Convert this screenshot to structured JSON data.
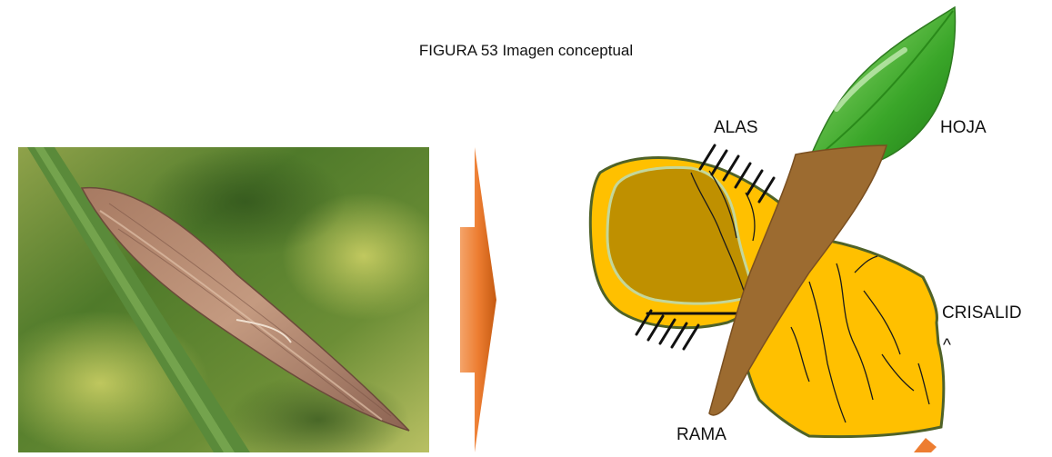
{
  "figure": {
    "caption": "FIGURA 53 Imagen conceptual"
  },
  "diagram": {
    "labels": {
      "alas": "ALAS",
      "hoja": "HOJA",
      "crisalida_line1": "CRISALID",
      "crisalida_line2": "^",
      "rama": "RAMA"
    }
  },
  "colors": {
    "arrow": "#ed7d31",
    "chrysalis_fill": "#ffc000",
    "chrysalis_outline": "#4f6228",
    "wing_fill": "#bf9000",
    "wing_outline": "#c4d79b",
    "branch": "#9c6b30",
    "leaf": "#3aa629"
  }
}
